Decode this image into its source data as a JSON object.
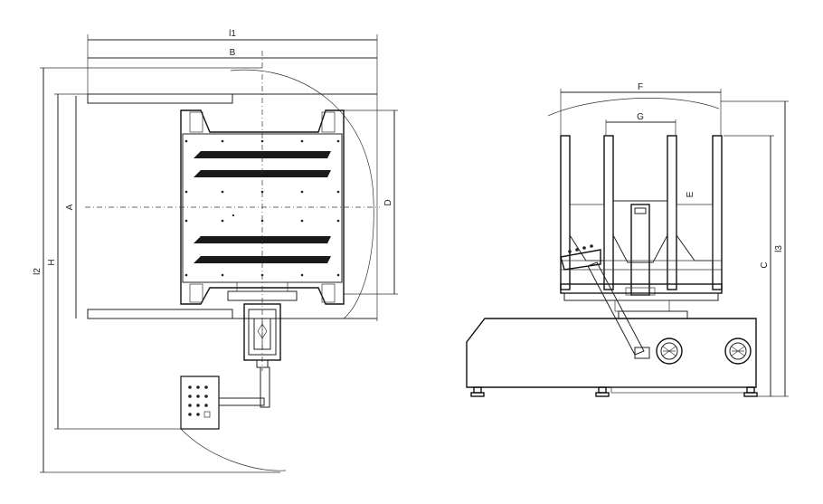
{
  "dimensions": {
    "l1": "l1",
    "b": "B",
    "a": "A",
    "h": "H",
    "l2": "l2",
    "d": "D",
    "f": "F",
    "g": "G",
    "e": "E",
    "c": "C",
    "l3": "l3"
  }
}
